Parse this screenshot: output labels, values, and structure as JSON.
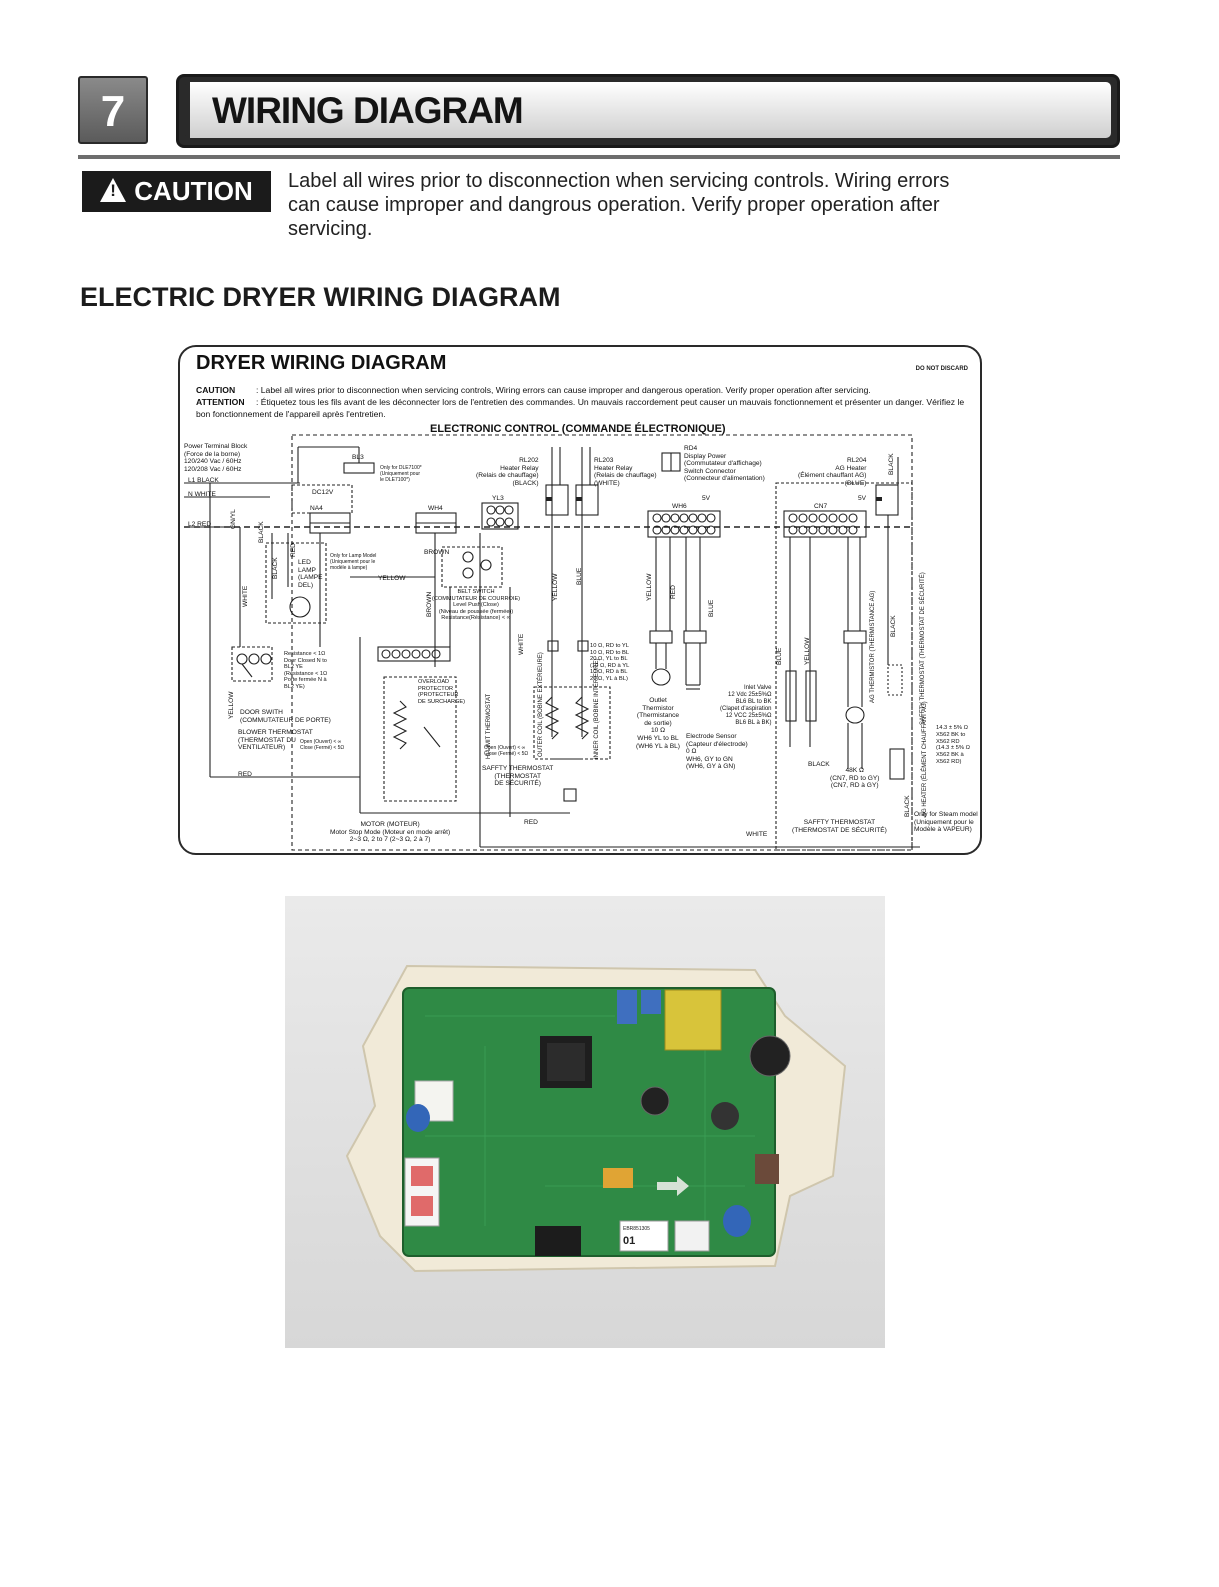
{
  "header": {
    "section_number": "7",
    "title": "WIRING DIAGRAM"
  },
  "caution": {
    "badge": "CAUTION",
    "text": "Label all wires prior to disconnection when servicing controls. Wiring errors can cause improper and dangrous operation. Verify proper operation after servicing."
  },
  "section_heading": "ELECTRIC DRYER WIRING DIAGRAM",
  "diagram": {
    "title": "DRYER WIRING DIAGRAM",
    "do_not_discard": "DO NOT DISCARD",
    "caution_key": "CAUTION",
    "caution_text": ": Label all wires prior to disconnection when servicing controls, Wiring errors can cause improper and dangerous operation. Verify proper operation after servicing.",
    "attention_key": "ATTENTION",
    "attention_text": ": Étiquetez tous les fils avant de les déconnecter lors de l'entretien des commandes. Un mauvais raccordement peut causer un mauvais fonctionnement et présenter un danger. Vérifiez le bon fonctionnement de l'appareil après l'entretien.",
    "electronic_control": "ELECTRONIC CONTROL (COMMANDE ÉLECTRONIQUE)",
    "labels": {
      "power_block": "Power Terminal Block\n(Force de la borne)\n120/240 Vac / 60Hz\n120/208 Vac / 60Hz",
      "l1": "L1 BLACK",
      "n": "N  WHITE",
      "l2": "L2 RED",
      "bl3": "BL3",
      "dle": "Only for DLE7100*\n(Uniquement pour\nle DLE7100*)",
      "dc12v": "DC12V",
      "na4": "NA4",
      "wh4": "WH4",
      "yl3": "YL3",
      "rl202": "RL202\nHeater Relay\n(Relais de chauffage)\n(BLACK)",
      "rl203": "RL203\nHeater Relay\n(Relais de chauffage)\n(WHITE)",
      "rd4": "RD4\nDisplay Power\n(Commutateur d'affichage)\nSwitch Connector\n(Connecteur d'alimentation)",
      "rl204": "RL204\nAG Heater\n(Élément chauffant AG)\n(BLUE)",
      "wh6": "WH6",
      "cn7": "CN7",
      "v5a": "5V",
      "v5b": "5V",
      "led": "LED\nLAMP\n(LAMPE\nDEL)",
      "lamp_model": "Only for Lamp Model\n(Uniquement pour le\nmodèle à lampe)",
      "belt_switch": "BELT SWITCH\n(COMMUTATEUR DE COURROIE)\nLevel Push(Close)\n(Niveau de poussée (fermée))\nResistance(Résistance) < ∞",
      "door_res": "Resistance < 1Ω\nDoor Closed N to\nBL2 YE\n(Résistance < 1Ω\nPorte fermée N à\nBL2 YE)",
      "door_switch": "DOOR SWITH\n(COMMUTATEUR DE PORTE)",
      "blower_thermo": "BLOWER THERMOSTAT\n(THERMOSTAT DU\nVENTILATEUR)",
      "open_close": "Open (Ouvert) < ∞\nClose (Fermé) < 5Ω",
      "overload": "OVERLOAD\nPROTECTOR\n(PROTECTEUR\nDE SURCHARGE)",
      "motor": "MOTOR (MOTEUR)\nMotor Stop Mode (Moteur en mode arrêt)\n2~3 Ω, 2 to 7 (2~3 Ω, 2 à 7)",
      "heater_res": "10 Ω, RD to YL\n10 Ω, RD to BL\n20 Ω, YL to BL\n(10 Ω, RD à YL\n10 Ω, RD à BL\n20 Ω, YL à BL)",
      "safety_thermo_1": "SAFFTY THERMOSTAT\n(THERMOSTAT\nDE SÉCURITÉ)",
      "open_close_2": "Open (Ouvert) < ∞\nClose (Fermé) < 5Ω",
      "outlet_thermistor": "Outlet\nThermistor\n(Thermistance\nde sortie)\n10 Ω\nWH6 YL to BL\n(WH6 YL à BL)",
      "electrode": "Electrode Sensor\n(Capteur d'électrode)\n0 Ω\nWH6, GY to GN\n(WH6, GY à GN)",
      "inlet_valve": "Inlet Valve\n12 Vdc 25±5%Ω\nBL6 BL to BK\n(Clapet d'aspiration\n12 VCC 25±5%Ω\nBL6 BL à BK)",
      "ag_res": "48K Ω\n(CN7, RD to GY)\n(CN7, RD à GY)",
      "ag_heater_res": "14.3 ± 5% Ω\nX562 BK to\nX562 RD\n(14.3 ± 5% Ω\nX562 BK à\nX562 RD)",
      "safety_thermo_2": "SAFFTY THERMOSTAT\n(THERMOSTAT DE SÉCURITÉ)",
      "steam_model": "Only for Steam model\n(Uniquement pour le\nModèle à VAPEUR)",
      "red_1": "RED",
      "red_2": "RED",
      "white_bottom": "WHITE",
      "black_bottom": "BLACK",
      "brown": "BROWN",
      "yellow_h": "YELLOW"
    },
    "wire_labels_vertical": [
      "GN/YL",
      "BLACK",
      "BLACK",
      "RED",
      "WHITE",
      "YELLOW",
      "BROWN",
      "WHITE",
      "YELLOW",
      "BLUE",
      "YELLOW",
      "RED",
      "BLUE",
      "BLUE",
      "YELLOW",
      "BLACK",
      "BLACK",
      "BLACK"
    ],
    "component_labels_vertical": [
      "HI-LIMIT THERMOSTAT",
      "OUTER COIL (BOBINE EXTÉRIEURE)",
      "INNER COIL (BOBINE INTÉRIEURE)",
      "AG THERMISTOR (THERMISTANCE AG)",
      "SAFFTY THERMOSTAT (THERMOSTAT DE SÉCURITÉ)",
      "AG HEATER (ÉLÉMENT CHAUFFANT AG)"
    ]
  },
  "photo": {
    "board_label_1": "EBR851305",
    "board_label_2": "01"
  }
}
